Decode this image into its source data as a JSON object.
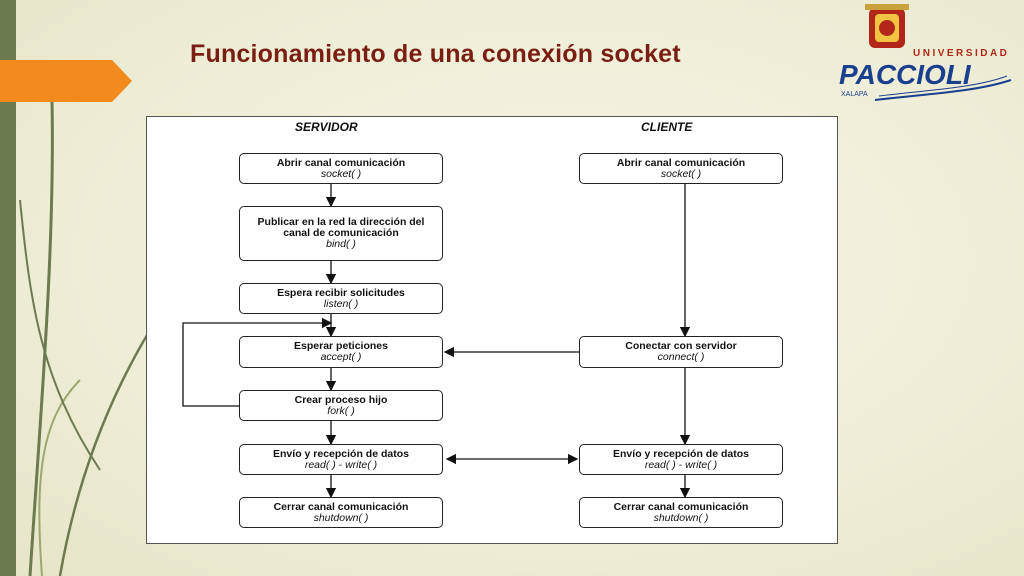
{
  "slide": {
    "title": "Funcionamiento de una conexión socket",
    "colors": {
      "title": "#7a1d12",
      "accent_orange": "#f28a1e",
      "band_green": "#6c7a4f",
      "logo_blue": "#1b3f8f"
    }
  },
  "logo": {
    "line1": "UNIVERSIDAD",
    "line2": "PACCIOLI",
    "line3": "XALAPA"
  },
  "diagram": {
    "server_header": "SERVIDOR",
    "client_header": "CLIENTE",
    "server": [
      {
        "title": "Abrir canal comunicación",
        "func": "socket( )"
      },
      {
        "title": "Publicar en la red la dirección del canal de comunicación",
        "func": "bind( )"
      },
      {
        "title": "Espera recibir solicitudes",
        "func": "listen( )"
      },
      {
        "title": "Esperar peticiones",
        "func": "accept( )"
      },
      {
        "title": "Crear proceso hijo",
        "func": "fork( )"
      },
      {
        "title": "Envío y recepción de datos",
        "func": "read( ) - write( )"
      },
      {
        "title": "Cerrar canal comunicación",
        "func": "shutdown( )"
      }
    ],
    "client": [
      {
        "title": "Abrir canal comunicación",
        "func": "socket( )"
      },
      {
        "title": "Conectar con servidor",
        "func": "connect( )"
      },
      {
        "title": "Envío y recepción de datos",
        "func": "read( ) - write( )"
      },
      {
        "title": "Cerrar canal comunicación",
        "func": "shutdown( )"
      }
    ]
  }
}
